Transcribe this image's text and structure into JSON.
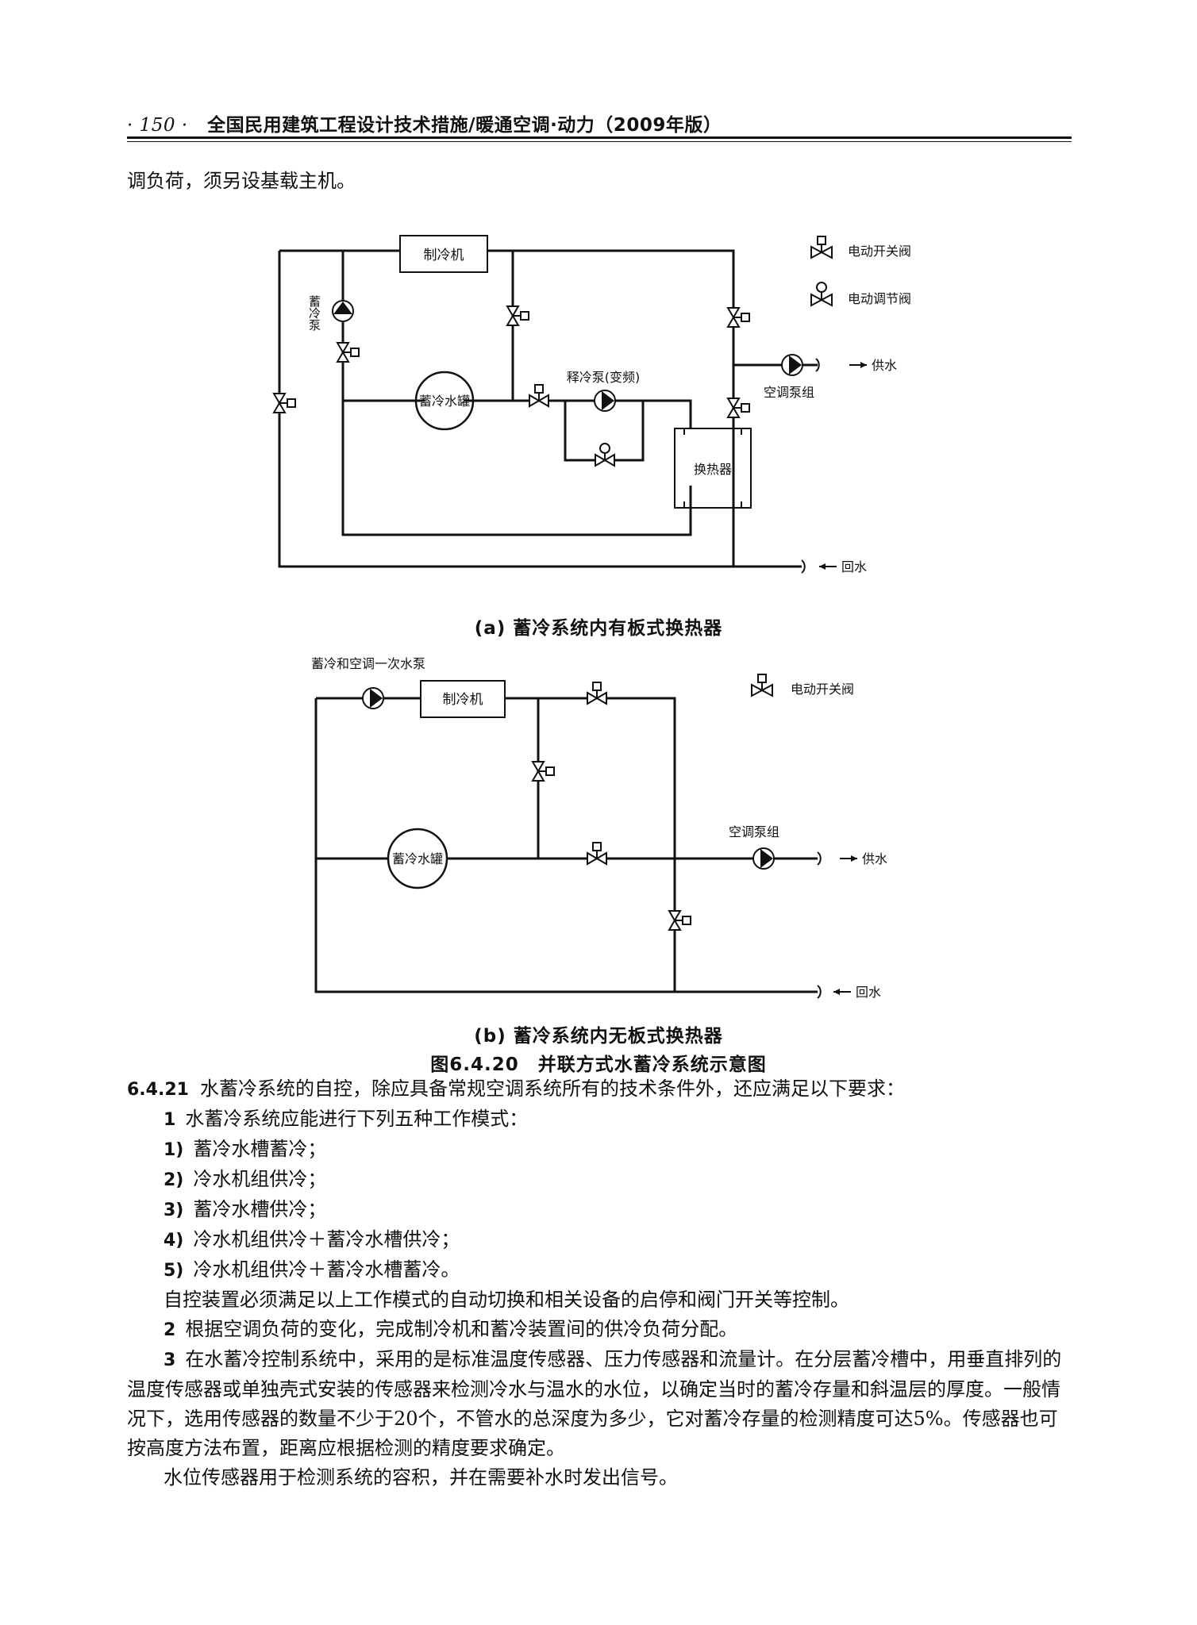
{
  "header": {
    "page_number": "· 150 ·",
    "title": "全国民用建筑工程设计技术措施/暖通空调·动力（2009年版）"
  },
  "intro_text": "调负荷，须另设基载主机。",
  "diagram_a": {
    "chiller": "制冷机",
    "storage_pump": "蓄冷泵",
    "tank": "蓄冷水罐",
    "release_pump": "释冷泵(变频)",
    "heat_exchanger": "换热器",
    "ac_pump_group": "空调泵组",
    "supply_water": "供水",
    "return_water": "回水",
    "legend_switch_valve": "电动开关阀",
    "legend_regulating_valve": "电动调节阀",
    "caption": "(a) 蓄冷系统内有板式换热器"
  },
  "diagram_b": {
    "primary_pump": "蓄冷和空调一次水泵",
    "chiller": "制冷机",
    "tank": "蓄冷水罐",
    "ac_pump_group": "空调泵组",
    "supply_water": "供水",
    "return_water": "回水",
    "legend_switch_valve": "电动开关阀",
    "caption": "(b) 蓄冷系统内无板式换热器"
  },
  "figure_caption": "图6.4.20　并联方式水蓄冷系统示意图",
  "section": {
    "number": "6.4.21",
    "text": "水蓄冷系统的自控，除应具备常规空调系统所有的技术条件外，还应满足以下要求：",
    "item1_num": "1",
    "item1_text": "水蓄冷系统应能进行下列五种工作模式：",
    "modes": [
      {
        "num": "1)",
        "text": "蓄冷水槽蓄冷；"
      },
      {
        "num": "2)",
        "text": "冷水机组供冷；"
      },
      {
        "num": "3)",
        "text": "蓄冷水槽供冷；"
      },
      {
        "num": "4)",
        "text": "冷水机组供冷＋蓄冷水槽供冷；"
      },
      {
        "num": "5)",
        "text": "冷水机组供冷＋蓄冷水槽蓄冷。"
      }
    ],
    "auto_text": "自控装置必须满足以上工作模式的自动切换和相关设备的启停和阀门开关等控制。",
    "item2_num": "2",
    "item2_text": "根据空调负荷的变化，完成制冷机和蓄冷装置间的供冷负荷分配。",
    "item3_num": "3",
    "item3_text": "在水蓄冷控制系统中，采用的是标准温度传感器、压力传感器和流量计。在分层蓄冷槽中，用垂直排列的温度传感器或单独壳式安装的传感器来检测冷水与温水的水位，以确定当时的蓄冷存量和斜温层的厚度。一般情况下，选用传感器的数量不少于20个，不管水的总深度为多少，它对蓄冷存量的检测精度可达5%。传感器也可按高度方法布置，距离应根据检测的精度要求确定。",
    "level_text": "水位传感器用于检测系统的容积，并在需要补水时发出信号。"
  }
}
